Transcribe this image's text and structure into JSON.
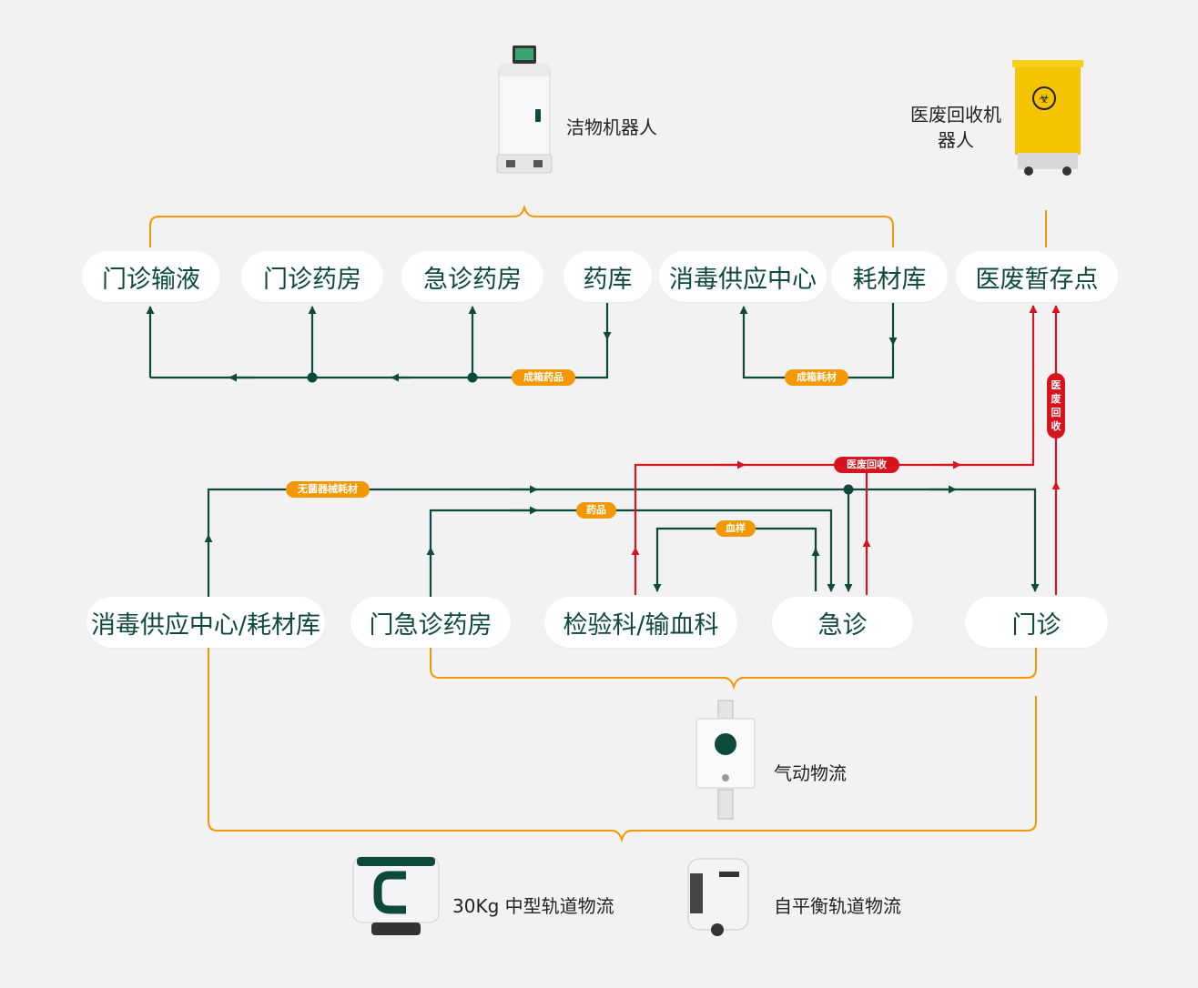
{
  "top_nodes": {
    "outpatient_infusion": "门诊输液",
    "outpatient_pharmacy": "门诊药房",
    "emergency_pharmacy": "急诊药房",
    "drug_store": "药库",
    "disinfection_center": "消毒供应中心",
    "consumables_store": "耗材库",
    "medical_waste_point": "医废暂存点"
  },
  "bottom_nodes": {
    "disinfection_consumables": "消毒供应中心/耗材库",
    "emergency_outpatient_pharmacy": "门急诊药房",
    "lab_blood": "检验科/输血科",
    "emergency": "急诊",
    "outpatient": "门诊"
  },
  "flow_labels": {
    "boxed_drugs": "成箱药品",
    "boxed_consumables": "成箱耗材",
    "sterile_consumables": "无菌器械耗材",
    "drugs": "药品",
    "blood_sample": "血样",
    "waste_recycle": "医废回收",
    "waste_recycle_vertical": "医废回收"
  },
  "devices": {
    "clean_robot": "洁物机器人",
    "waste_robot": "医废回收机器人",
    "pneumatic": "气动物流",
    "track_30kg": "30Kg 中型轨道物流",
    "self_balance": "自平衡轨道物流"
  },
  "colors": {
    "green": "#0e4a3b",
    "orange": "#f39800",
    "red": "#d7141e"
  }
}
